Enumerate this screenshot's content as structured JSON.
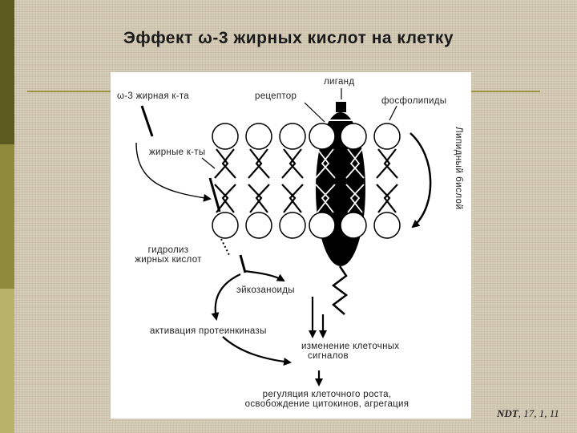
{
  "title": "Эффект ω-3 жирных кислот на клетку",
  "labels": {
    "omega3": "ω-3 жирная к-та",
    "receptor": "рецептор",
    "ligand": "лиганд",
    "phospholipids": "фосфолипиды",
    "fatty_acids": "жирные к-ты",
    "lipid_bilayer": "Липидный бислой",
    "hydrolysis_line1": "гидролиз",
    "hydrolysis_line2": "жирных кислот",
    "eicosanoids": "эйкозаноиды",
    "protein_kinase": "активация протеинкиназы",
    "signal_change_line1": "изменение клеточных",
    "signal_change_line2": "сигналов",
    "regulation_line1": "регуляция клеточного роста,",
    "regulation_line2": "освобождение цитокинов, агрегация"
  },
  "citation": {
    "journal": "NDT",
    "rest": ", 17, 1, 11"
  },
  "colors": {
    "sidebar_dark": "#5c5a1e",
    "sidebar_mid": "#8f8b3a",
    "sidebar_light": "#b8b26a",
    "rule": "#9a9440",
    "receptor": "#000000"
  }
}
